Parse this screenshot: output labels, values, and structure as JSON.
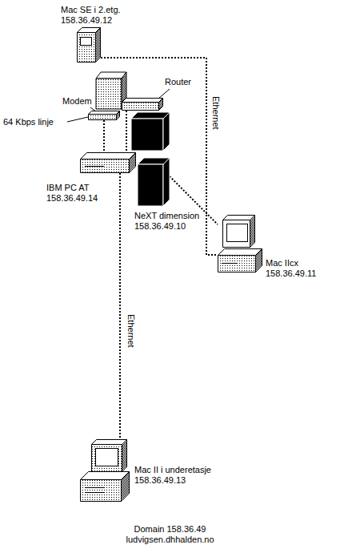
{
  "diagram": {
    "nodes": [
      {
        "text": [
          "Mac SE i 2.etg.",
          "158.36.49.12"
        ]
      },
      {
        "text": [
          "Modem"
        ]
      },
      {
        "text": [
          "Router"
        ]
      },
      {
        "text": [
          "IBM PC AT",
          "158.36.49.14"
        ]
      },
      {
        "text": [
          "NeXT dimension",
          "158.36.49.10"
        ]
      },
      {
        "text": [
          "Mac IIcx",
          "158.36.49.11"
        ]
      },
      {
        "text": [
          "Mac II i underetasje",
          "158.36.49.13"
        ]
      }
    ],
    "edges": [
      {
        "from": 0,
        "to": 5,
        "arrow": "none",
        "label": "Ethernet"
      },
      {
        "from": 1,
        "to": 3,
        "arrow": "none"
      },
      {
        "from": 2,
        "to": 3,
        "arrow": "none"
      },
      {
        "from": 3,
        "to": 6,
        "arrow": "none",
        "label": "Ethernet"
      },
      {
        "from": 4,
        "to": 5,
        "arrow": "none"
      }
    ],
    "labels": [
      "64 Kbps linje",
      "Domain 158.36.49",
      "ludvigsen.dhhalden.no"
    ]
  }
}
